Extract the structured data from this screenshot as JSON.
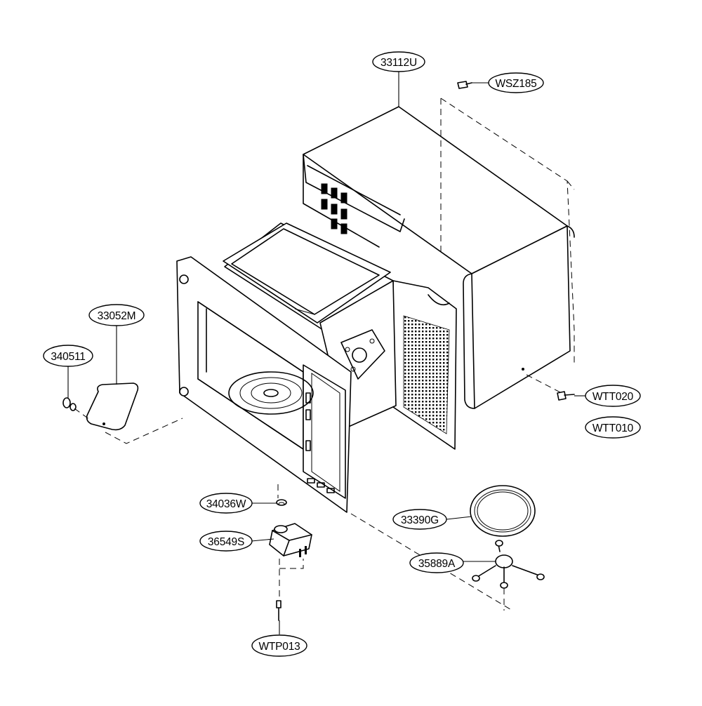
{
  "diagram": {
    "parts": [
      {
        "id": "cabinet",
        "label": "33112U"
      },
      {
        "id": "cabinet-screw",
        "label": "WSZ185"
      },
      {
        "id": "waveguide-cover",
        "label": "33052M"
      },
      {
        "id": "cover-fastener",
        "label": "340511"
      },
      {
        "id": "rear-screw-a",
        "label": "WTT020"
      },
      {
        "id": "rear-screw-b",
        "label": "WTT010"
      },
      {
        "id": "motor-coupler",
        "label": "34036W"
      },
      {
        "id": "turntable-motor",
        "label": "36549S"
      },
      {
        "id": "motor-screw",
        "label": "WTP013"
      },
      {
        "id": "glass-tray",
        "label": "33390G"
      },
      {
        "id": "roller-guide",
        "label": "35889A"
      }
    ]
  }
}
